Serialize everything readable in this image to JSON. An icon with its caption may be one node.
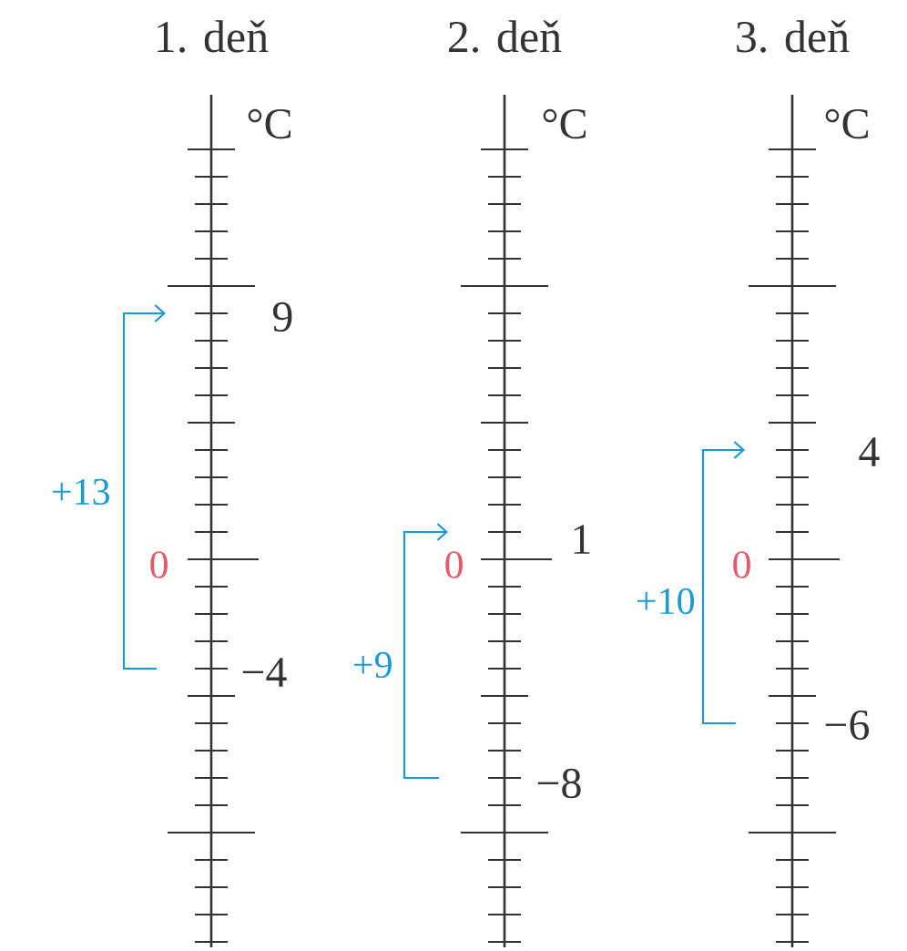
{
  "diagram": {
    "labels": [
      "1. deň",
      "2. deň",
      "3. deň",
      "°C",
      "9",
      "+13",
      "0",
      "−4",
      "°C",
      "1",
      "0",
      "+9",
      "−8",
      "°C",
      "4",
      "+10",
      "0",
      "−6"
    ]
  }
}
